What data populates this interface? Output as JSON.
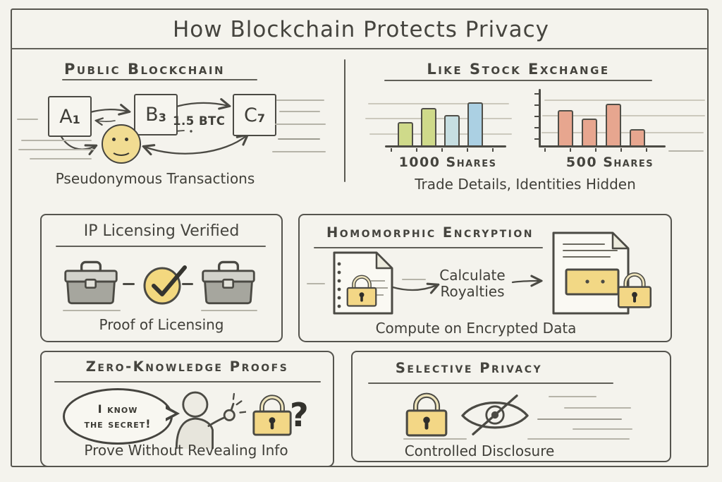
{
  "title": "How Blockchain Protects Privacy",
  "palette": {
    "paper": "#f4f3ed",
    "ink": "#4b4a44",
    "lock_yellow": "#f3d786",
    "smiley_yellow": "#f1dc92",
    "check_yellow": "#f3d87f"
  },
  "sections": {
    "public_blockchain": {
      "heading": "Public Blockchain",
      "blocks": [
        {
          "letter": "A",
          "sub": "1"
        },
        {
          "letter": "B",
          "sub": "3"
        },
        {
          "letter": "C",
          "sub": "7"
        }
      ],
      "transfer_label": "1.5 BTC",
      "caption": "Pseudonymous Transactions"
    },
    "stock_exchange": {
      "heading": "Like Stock Exchange",
      "chart1_label": "1000 Shares",
      "chart2_label": "500 Shares",
      "caption": "Trade Details, Identities Hidden"
    },
    "ip_licensing": {
      "heading": "IP Licensing Verified",
      "caption": "Proof of Licensing"
    },
    "homomorphic": {
      "heading": "Homomorphic Encryption",
      "process_line1": "Calculate",
      "process_line2": "Royalties",
      "caption": "Compute on Encrypted Data"
    },
    "zero_knowledge": {
      "heading": "Zero-Knowledge Proofs",
      "speech_line1": "I know",
      "speech_line2": "the secret!",
      "question_mark": "?",
      "caption": "Prove Without Revealing Info"
    },
    "selective_privacy": {
      "heading": "Selective Privacy",
      "caption": "Controlled Disclosure"
    }
  },
  "chart_data": [
    {
      "type": "bar",
      "title": "1000 SHARES",
      "categories": [
        "",
        "",
        "",
        ""
      ],
      "values": [
        42,
        67,
        55,
        78
      ],
      "colors": [
        "#cfda8a",
        "#cfda8a",
        "#c6dee1",
        "#abd0e3"
      ],
      "ylim": [
        0,
        100
      ],
      "grid": true,
      "y_axis": false,
      "note": "sketch bars, unlabeled axes, heights relative"
    },
    {
      "type": "bar",
      "title": "500 SHARES",
      "categories": [
        "",
        "",
        "",
        ""
      ],
      "values": [
        64,
        50,
        76,
        30
      ],
      "colors": [
        "#e7a68f",
        "#e7a68f",
        "#e7a68f",
        "#e7a68f"
      ],
      "ylim": [
        0,
        100
      ],
      "grid": true,
      "y_axis": true,
      "note": "sketch bars, unlabeled axes, heights relative"
    }
  ]
}
